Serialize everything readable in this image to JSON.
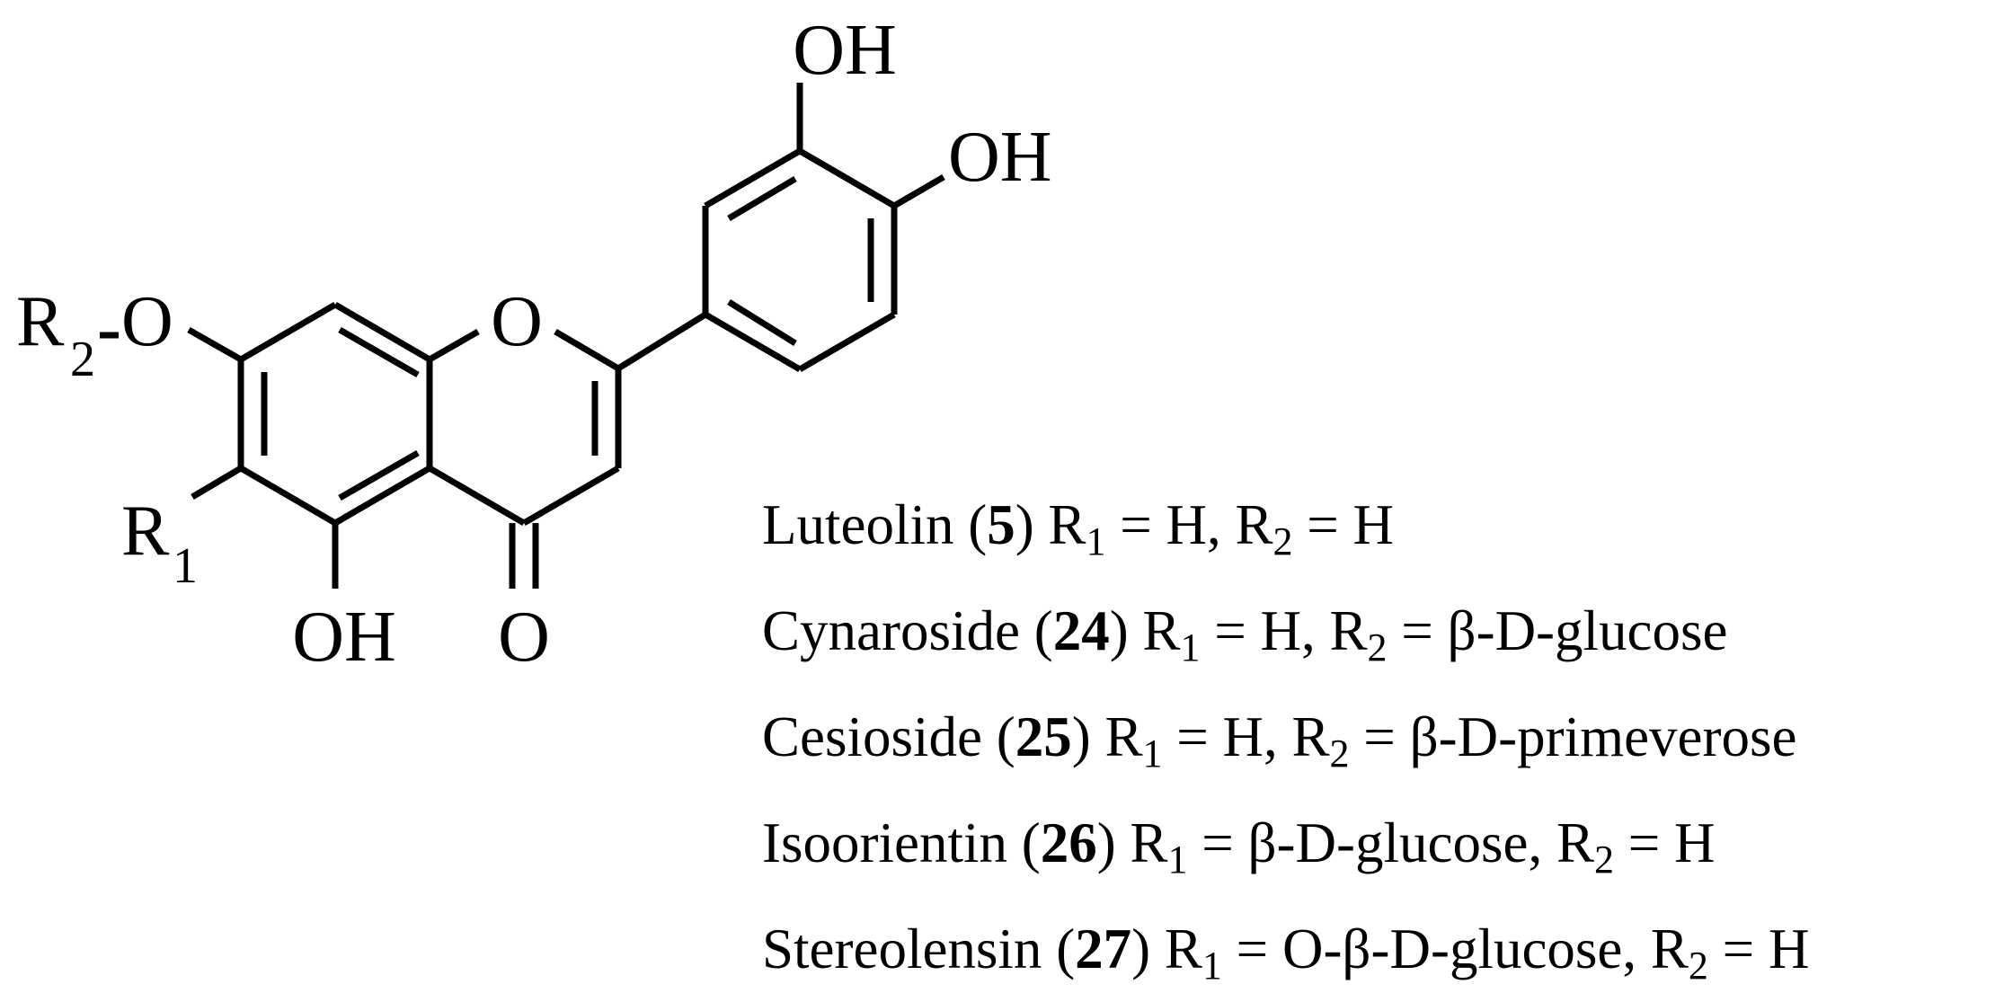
{
  "structure": {
    "atoms": {
      "oh_3prime": "OH",
      "oh_4prime": "OH",
      "ring_oxygen": "O",
      "carbonyl_oxygen": "O",
      "oh_5": "OH",
      "r2_symbol": "R",
      "r2_subscript": "2",
      "r2_oxygen": "O",
      "r1_symbol": "R",
      "r1_subscript": "1"
    }
  },
  "compounds": [
    {
      "name": "Luteolin",
      "number": "5",
      "r1": "H",
      "r2": "H"
    },
    {
      "name": "Cynaroside",
      "number": "24",
      "r1": "H",
      "r2": "β-D-glucose"
    },
    {
      "name": "Cesioside",
      "number": "25",
      "r1": "H",
      "r2": "β-D-primeverose"
    },
    {
      "name": "Isoorientin",
      "number": "26",
      "r1": "β-D-glucose",
      "r2": "H"
    },
    {
      "name": "Stereolensin",
      "number": "27",
      "r1": "O-β-D-glucose",
      "r2": "H"
    }
  ]
}
